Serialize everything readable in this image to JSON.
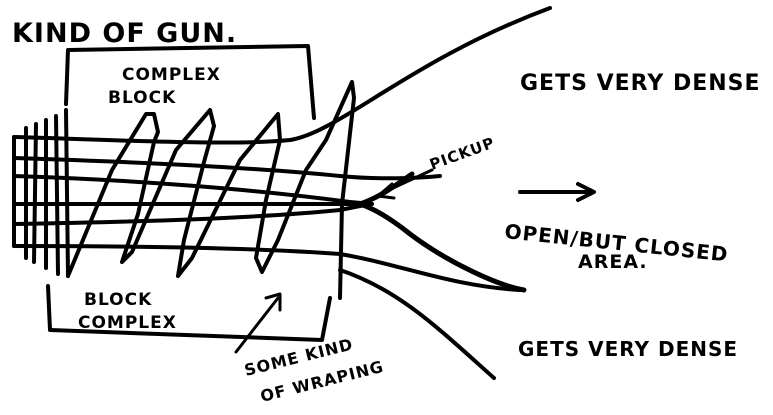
{
  "labels": {
    "title": "KIND OF GUN.",
    "complex_block_top_1": "COMPLEX",
    "complex_block_top_2": "BLOCK",
    "block_complex_bottom_1": "BLOCK",
    "block_complex_bottom_2": "COMPLEX",
    "gets_very_dense_top": "GETS VERY DENSE",
    "gets_very_dense_bottom": "GETS VERY DENSE",
    "pickup": "PICKUP",
    "open_but_closed_1": "OPEN/BUT CLOSED",
    "open_but_closed_2": "AREA.",
    "wrapping_1": "SOME KIND",
    "wrapping_2": "OF WRAPING"
  },
  "colors": {
    "ink": "#000000",
    "paper": "#ffffff"
  }
}
